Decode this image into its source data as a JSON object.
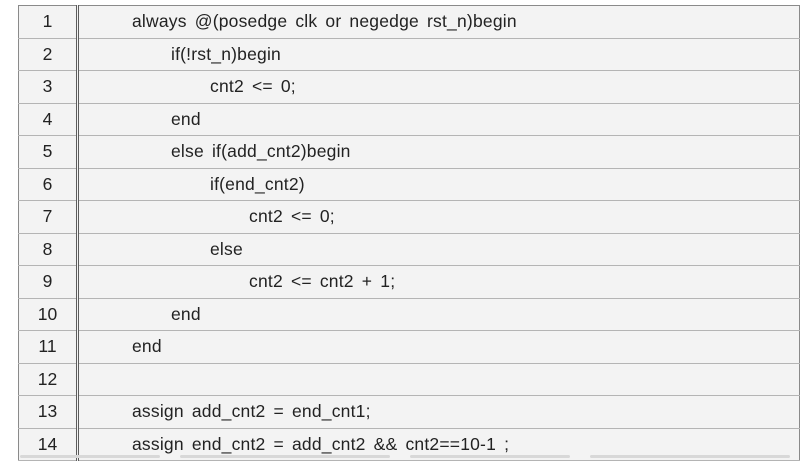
{
  "code": {
    "lines": [
      {
        "num": "1",
        "indent": 1,
        "text": "always @(posedge clk or negedge rst_n)begin"
      },
      {
        "num": "2",
        "indent": 2,
        "text": "if(!rst_n)begin"
      },
      {
        "num": "3",
        "indent": 3,
        "text": "cnt2 <= 0;"
      },
      {
        "num": "4",
        "indent": 2,
        "text": "end"
      },
      {
        "num": "5",
        "indent": 2,
        "text": "else if(add_cnt2)begin"
      },
      {
        "num": "6",
        "indent": 3,
        "text": "if(end_cnt2)"
      },
      {
        "num": "7",
        "indent": 4,
        "text": "cnt2 <= 0;"
      },
      {
        "num": "8",
        "indent": 3,
        "text": "else"
      },
      {
        "num": "9",
        "indent": 4,
        "text": "cnt2 <= cnt2 + 1;"
      },
      {
        "num": "10",
        "indent": 2,
        "text": "end"
      },
      {
        "num": "11",
        "indent": 1,
        "text": "end"
      },
      {
        "num": "12",
        "indent": 1,
        "text": ""
      },
      {
        "num": "13",
        "indent": 1,
        "text": "assign add_cnt2 = end_cnt1;"
      },
      {
        "num": "14",
        "indent": 1,
        "text": "assign end_cnt2 = add_cnt2 && cnt2==10-1 ;"
      }
    ]
  },
  "colors": {
    "table_bg": "#f3f3f3",
    "text": "#222222",
    "border": "#8a8a8a"
  }
}
